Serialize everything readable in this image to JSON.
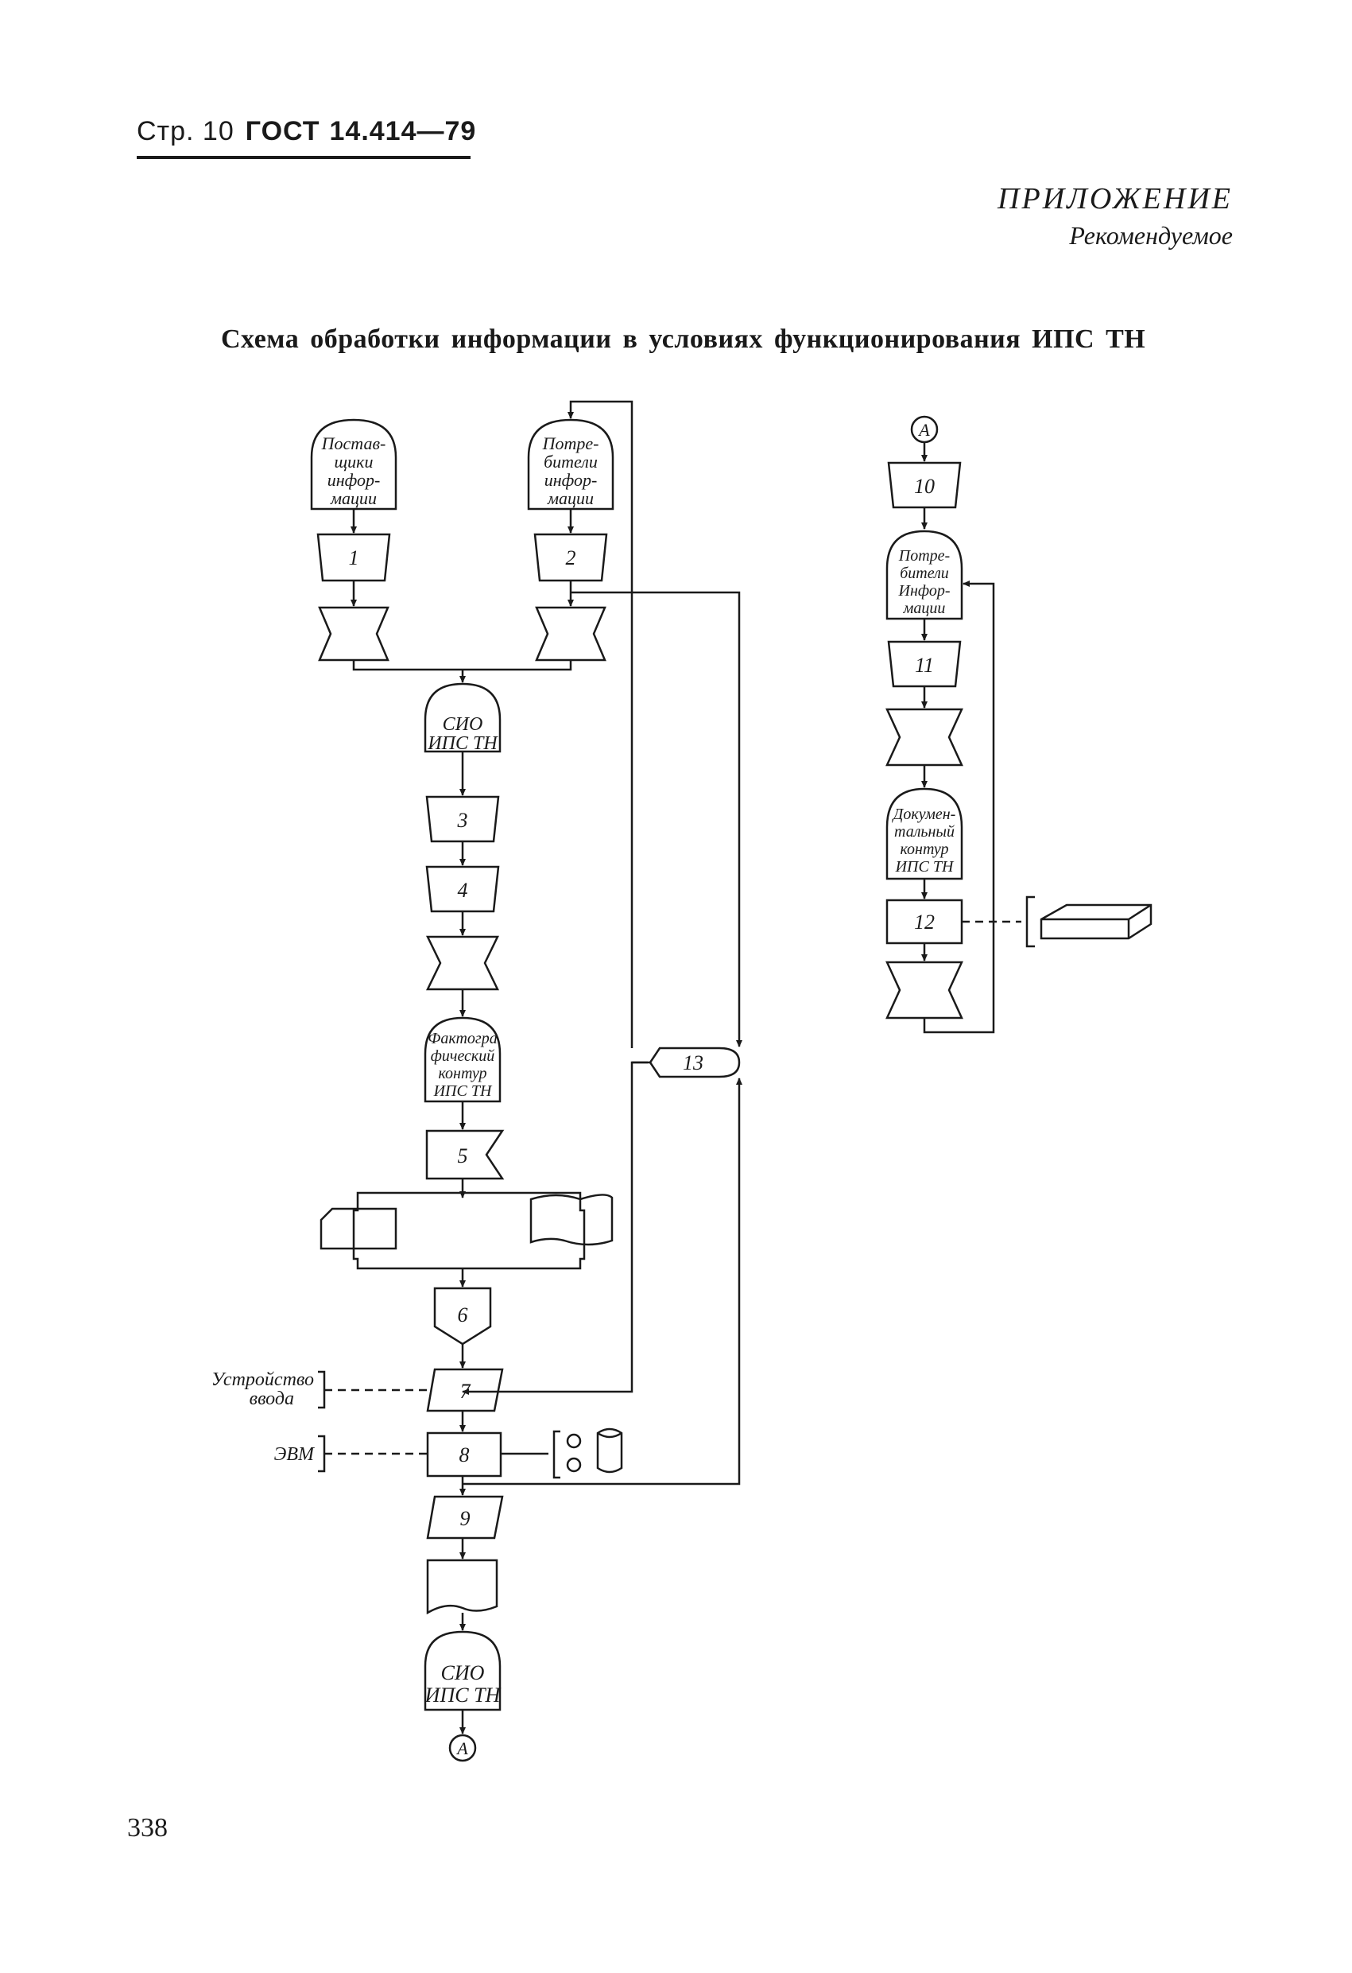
{
  "header": {
    "page": "Стр. 10",
    "gost": "ГОСТ",
    "number": "14.414—79"
  },
  "appendix": {
    "title": "ПРИЛОЖЕНИЕ",
    "subtitle": "Рекомендуемое"
  },
  "diagram_title": [
    "Схема",
    "обработки",
    "информации",
    "в",
    "условиях",
    "функционирования",
    "ИПС",
    "ТН"
  ],
  "nodes": {
    "suppliers": [
      "Постав-",
      "щики",
      "инфор-",
      "мации"
    ],
    "consumers": [
      "Потре-",
      "бители",
      "инфор-",
      "мации"
    ],
    "sio1": [
      "СИО",
      "ИПС ТН"
    ],
    "fact": [
      "Фактогра",
      "фический",
      "контур",
      "ИПС ТН"
    ],
    "sio2": [
      "СИО",
      "ИПС ТН"
    ],
    "consumers2": [
      "Потре-",
      "бители",
      "Инфор-",
      "мации"
    ],
    "docs": [
      "Докумен-",
      "тальный",
      "контур",
      "ИПС ТН"
    ],
    "input_device": [
      "Устройство",
      "ввода"
    ],
    "evm": "ЭВМ",
    "connector": "А"
  },
  "ops": [
    "1",
    "2",
    "3",
    "4",
    "5",
    "6",
    "7",
    "8",
    "9",
    "10",
    "11",
    "12",
    "13"
  ],
  "page_number": "338"
}
